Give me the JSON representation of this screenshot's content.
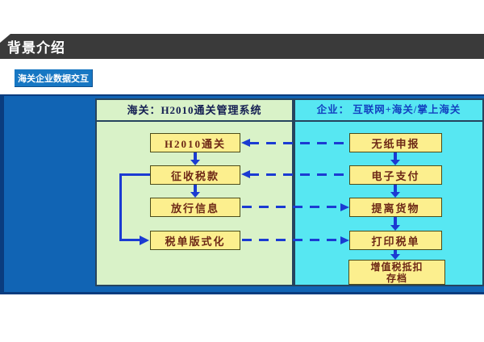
{
  "title_bar": {
    "text": "背景介绍"
  },
  "section_label": {
    "text": "海关企业数据交互"
  },
  "diagram": {
    "left_panel": {
      "title": "海关：H2010通关管理系统",
      "nodes": [
        "H2010通关",
        "征收税款",
        "放行信息",
        "税单版式化"
      ]
    },
    "right_panel": {
      "title": "企业： 互联网+海关/掌上海关",
      "nodes": [
        "无纸申报",
        "电子支付",
        "提离货物",
        "打印税单",
        "增值税抵扣\n存档"
      ]
    },
    "connections": [
      {
        "from": "无纸申报",
        "to": "H2010通关",
        "style": "dashed"
      },
      {
        "from": "电子支付",
        "to": "征收税款",
        "style": "dashed"
      },
      {
        "from": "放行信息",
        "to": "提离货物",
        "style": "dashed"
      },
      {
        "from": "税单版式化",
        "to": "打印税单",
        "style": "dashed"
      },
      {
        "from": "H2010通关",
        "to": "征收税款",
        "style": "solid"
      },
      {
        "from": "征收税款",
        "to": "放行信息",
        "style": "solid"
      },
      {
        "from": "征收税款",
        "to": "税单版式化",
        "style": "solid-elbow"
      },
      {
        "from": "无纸申报",
        "to": "电子支付",
        "style": "solid"
      },
      {
        "from": "电子支付",
        "to": "提离货物",
        "style": "solid"
      },
      {
        "from": "提离货物",
        "to": "打印税单",
        "style": "solid"
      },
      {
        "from": "打印税单",
        "to": "增值税抵扣存档",
        "style": "solid"
      }
    ]
  },
  "colors": {
    "title_bar_bg": "#3a3a3a",
    "label_bg": "#1777c3",
    "outer_blue": "#1164b4",
    "navy": "#0a3c7e",
    "green_panel": "#d9f2c8",
    "cyan_panel": "#57e7f2",
    "panel_border": "#26445e",
    "node_bg": "#fcef8e",
    "node_border": "#4c4c1a",
    "node_text": "#6d2816",
    "arrow": "#1b3bd2",
    "left_header_text": "#141e52",
    "right_header_text": "#1240c0"
  }
}
